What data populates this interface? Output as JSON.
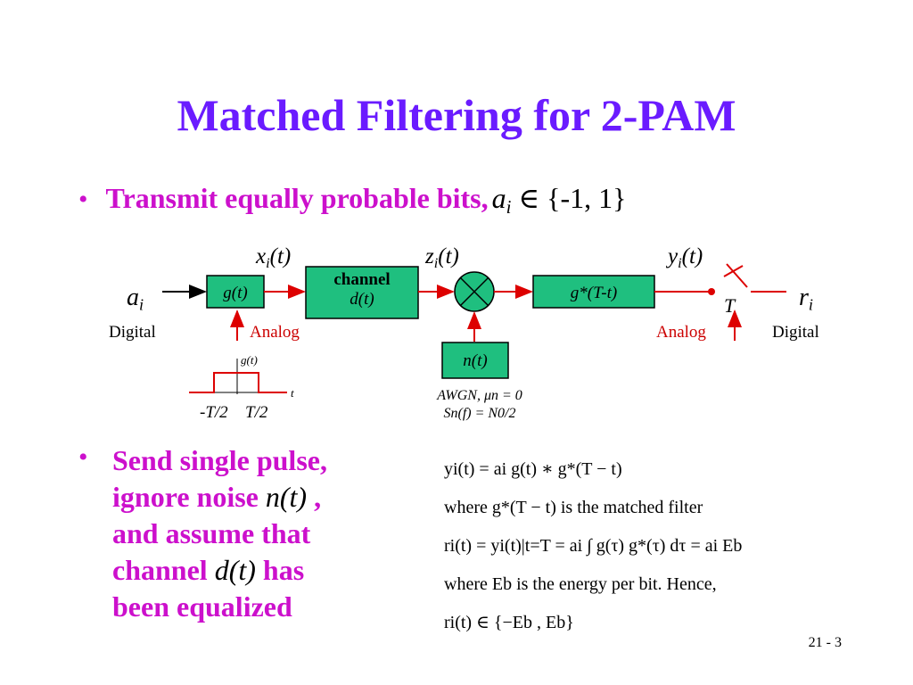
{
  "title": "Matched Filtering for 2-PAM",
  "bullets": [
    {
      "text": "Transmit equally probable bits,",
      "math_var": "a",
      "math_sub": "i",
      "math_sym": "∈",
      "math_set": "{-1, 1}"
    },
    {
      "line1": "Send single pulse,",
      "line2_text": "ignore noise",
      "line2_math": "n(t)",
      "line2_tail": ",",
      "line3": "and assume that",
      "line4_text": "channel",
      "line4_math": "d(t)",
      "line4_tail": "has",
      "line5": "been equalized"
    }
  ],
  "diagram": {
    "input_label": "a",
    "input_sub": "i",
    "output_label": "r",
    "output_sub": "i",
    "signal_x": "x",
    "signal_z": "z",
    "signal_y": "y",
    "sig_sub": "i",
    "sig_arg": "(t)",
    "box_g": "g(t)",
    "box_channel_top": "channel",
    "box_channel_bottom": "d(t)",
    "box_matched": "g*(T-t)",
    "box_noise": "n(t)",
    "sampler_label": "T",
    "label_digital_left": "Digital",
    "label_analog_left": "Analog",
    "label_analog_right": "Analog",
    "label_digital_right": "Digital",
    "awgn_line1": "AWGN, μn = 0",
    "awgn_line2": "Sn(f) = N0/2",
    "pulse_title": "g(t)",
    "pulse_axis": "t",
    "pulse_left": "-T/2",
    "pulse_right": "T/2"
  },
  "equations": [
    "yi(t) = ai g(t) ∗ g*(T − t)",
    "where g*(T − t) is the matched filter",
    "ri(t) = yi(t)|t=T = ai ∫ g(τ) g*(τ) dτ = ai Eb",
    "where Eb is the energy per bit.  Hence,",
    "ri(t) ∈ {−Eb , Eb}"
  ],
  "page_number": "21 - 3",
  "colors": {
    "title": "#6a1bff",
    "bullet": "#cc10cc",
    "block_fill": "#1fbf7f",
    "arrow": "#dd0000",
    "analog": "#cc0000"
  }
}
